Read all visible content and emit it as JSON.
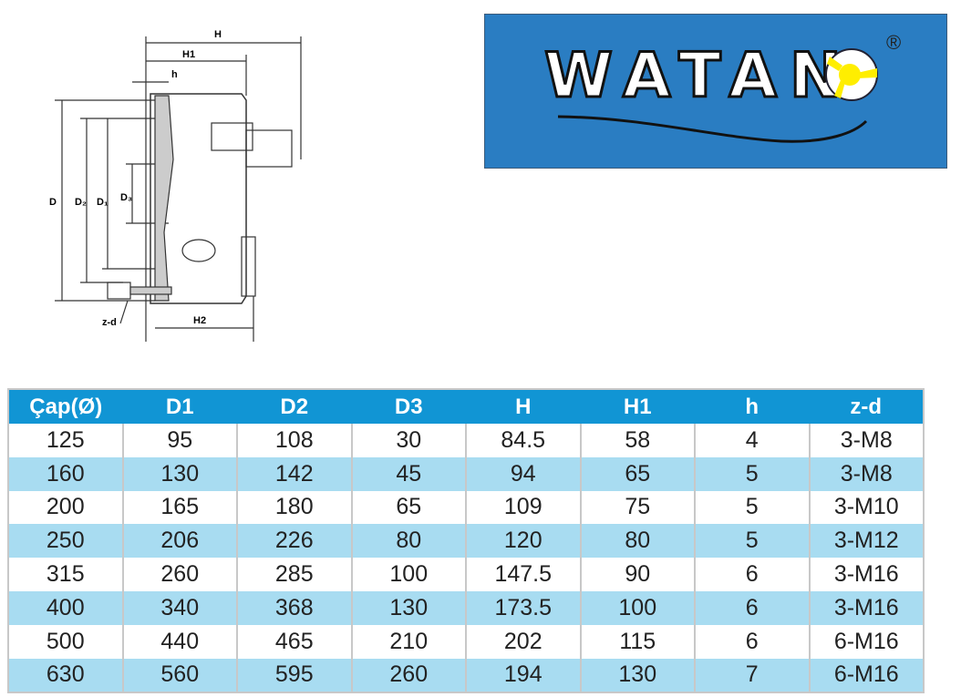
{
  "drawing": {
    "labels": {
      "H": "H",
      "H1": "H1",
      "h": "h",
      "D": "D",
      "D2": "D₂",
      "D1": "D₁",
      "D3": "D₃",
      "zd": "z-d",
      "H2": "H2"
    }
  },
  "logo": {
    "text": "WATAN",
    "registered": "®",
    "colors": {
      "background": "#2a7dc2",
      "accent": "#ffee00"
    }
  },
  "table": {
    "headers": [
      "Çap(Ø)",
      "D1",
      "D2",
      "D3",
      "H",
      "H1",
      "h",
      "z-d"
    ],
    "rows": [
      [
        "125",
        "95",
        "108",
        "30",
        "84.5",
        "58",
        "4",
        "3-M8"
      ],
      [
        "160",
        "130",
        "142",
        "45",
        "94",
        "65",
        "5",
        "3-M8"
      ],
      [
        "200",
        "165",
        "180",
        "65",
        "109",
        "75",
        "5",
        "3-M10"
      ],
      [
        "250",
        "206",
        "226",
        "80",
        "120",
        "80",
        "5",
        "3-M12"
      ],
      [
        "315",
        "260",
        "285",
        "100",
        "147.5",
        "90",
        "6",
        "3-M16"
      ],
      [
        "400",
        "340",
        "368",
        "130",
        "173.5",
        "100",
        "6",
        "3-M16"
      ],
      [
        "500",
        "440",
        "465",
        "210",
        "202",
        "115",
        "6",
        "6-M16"
      ],
      [
        "630",
        "560",
        "595",
        "260",
        "194",
        "130",
        "7",
        "6-M16"
      ]
    ]
  }
}
